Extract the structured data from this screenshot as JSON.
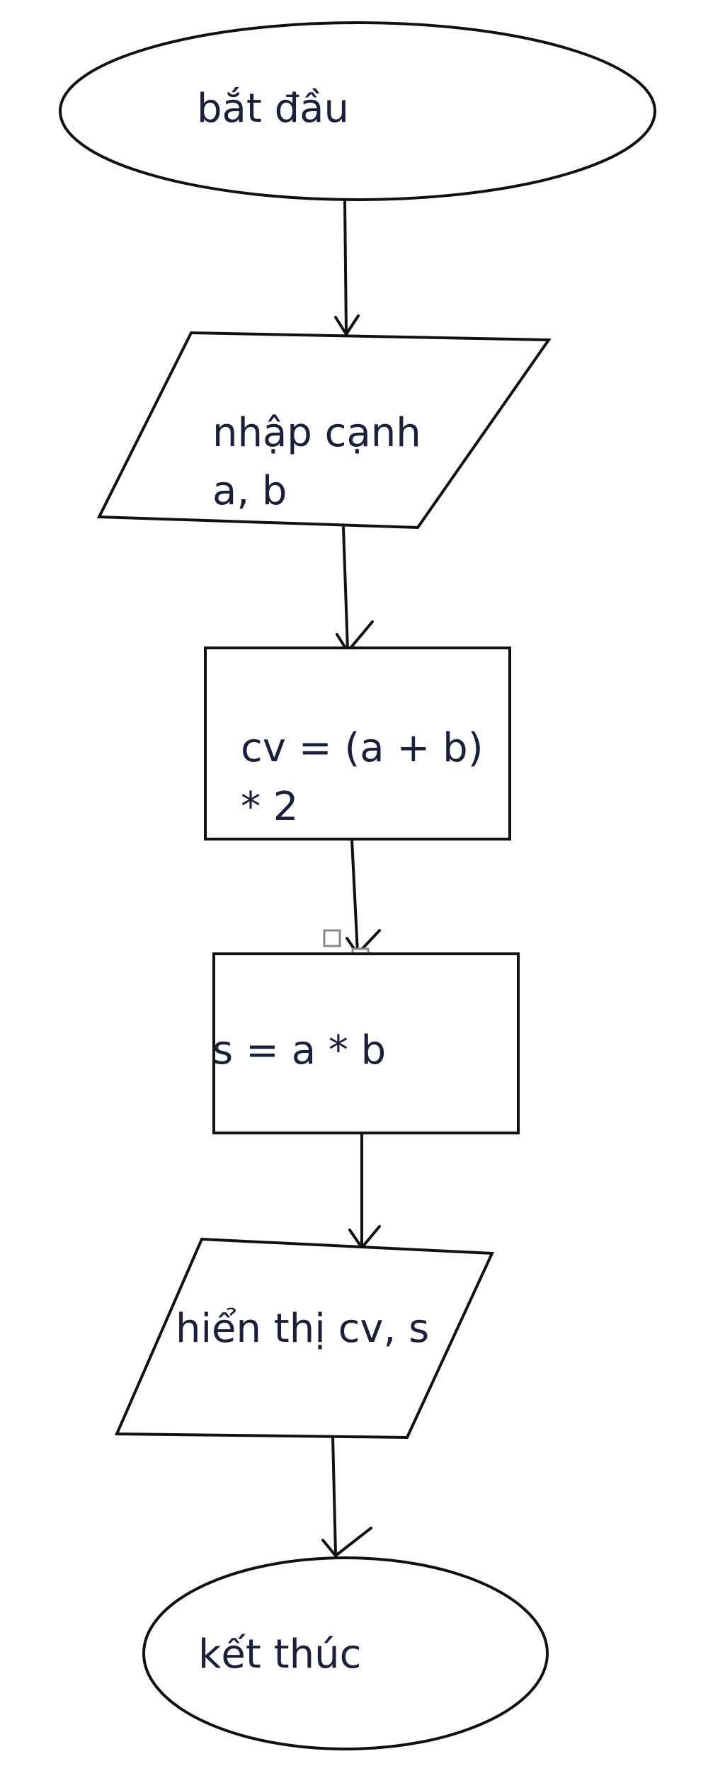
{
  "diagram": {
    "type": "flowchart",
    "nodes": {
      "start": {
        "shape": "terminator",
        "lines": [
          "bắt đầu"
        ]
      },
      "input": {
        "shape": "input-output",
        "lines": [
          "nhập cạnh",
          "a, b"
        ]
      },
      "cv": {
        "shape": "process",
        "lines": [
          "cv = (a + b)",
          "* 2"
        ]
      },
      "s": {
        "shape": "process",
        "lines": [
          "s = a * b"
        ]
      },
      "display": {
        "shape": "input-output",
        "lines": [
          "hiển thị cv, s"
        ]
      },
      "end": {
        "shape": "terminator",
        "lines": [
          "kết thúc"
        ]
      }
    },
    "edges": [
      {
        "from": "start",
        "to": "input"
      },
      {
        "from": "input",
        "to": "cv"
      },
      {
        "from": "cv",
        "to": "s"
      },
      {
        "from": "s",
        "to": "display"
      },
      {
        "from": "display",
        "to": "end"
      }
    ],
    "colors": {
      "stroke": "#111111",
      "text": "#1b1f3a",
      "handle": "#888888"
    }
  }
}
